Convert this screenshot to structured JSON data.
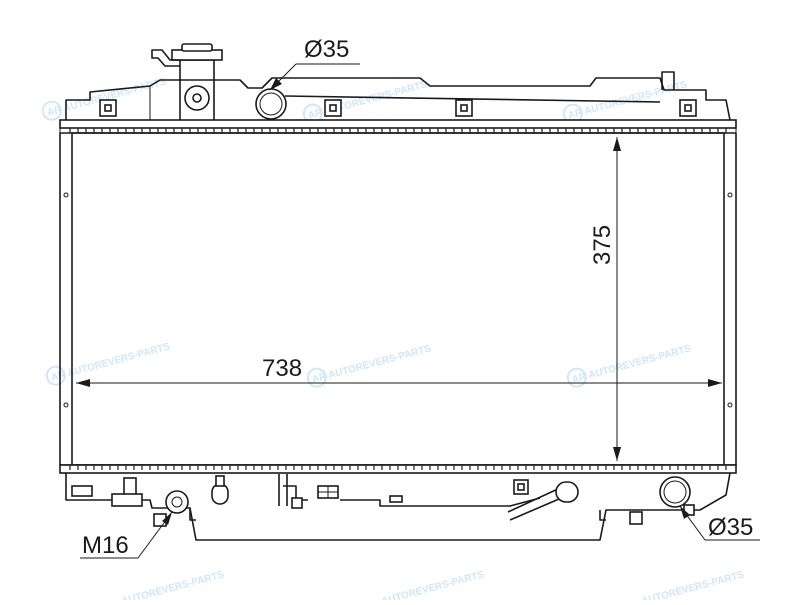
{
  "dimensions": {
    "width": "738",
    "height": "375",
    "top_port": "Ø35",
    "bottom_port": "Ø35",
    "drain_thread": "M16"
  },
  "watermark": {
    "brand": "AUTOREVERS-PARTS",
    "logo": "AR",
    "color": "#cfe7f7"
  },
  "colors": {
    "line": "#1a1a1a",
    "background": "#ffffff"
  }
}
